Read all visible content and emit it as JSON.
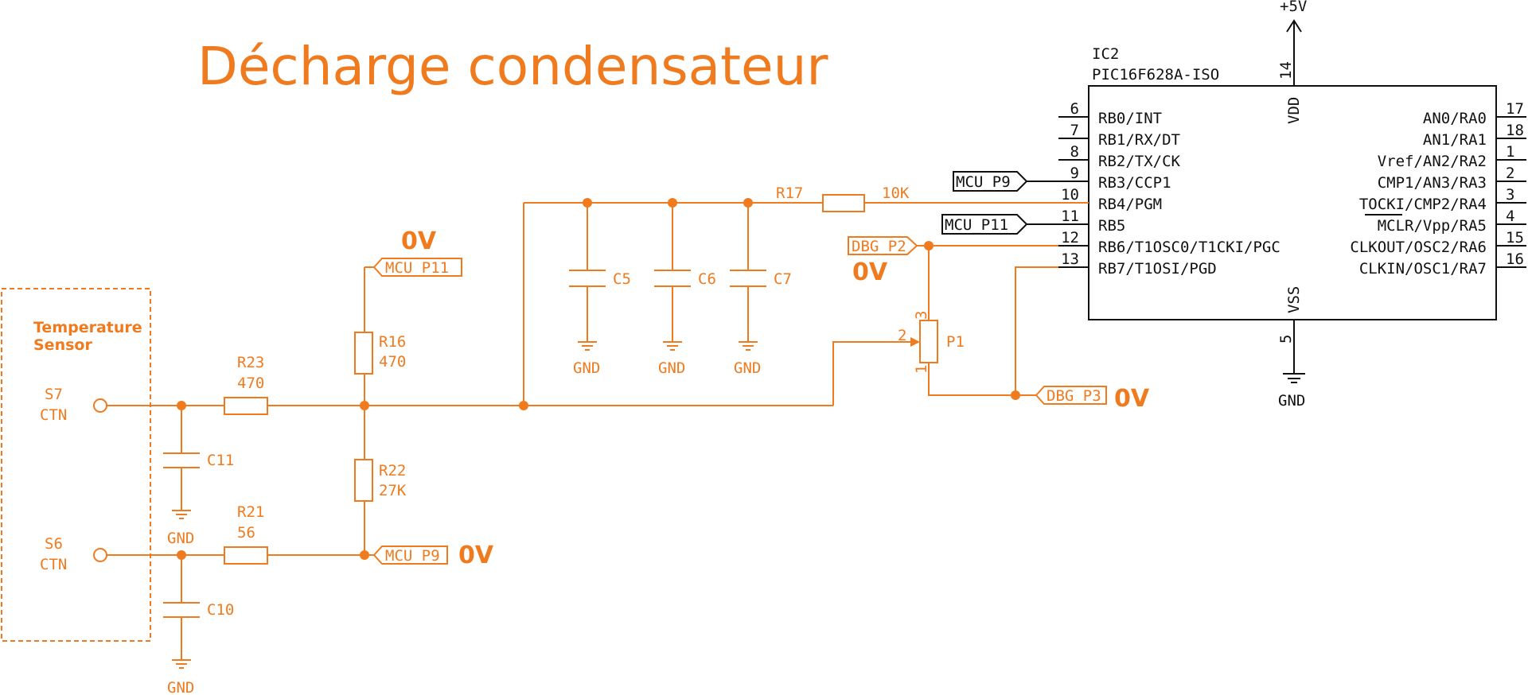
{
  "title": "Décharge condensateur",
  "accent_color": "#f07b1e",
  "ic": {
    "ref": "IC2",
    "part": "PIC16F628A-ISO",
    "supply_label": "+5V",
    "ground_label": "GND",
    "vdd": {
      "pin": "14",
      "name": "VDD"
    },
    "vss": {
      "pin": "5",
      "name": "VSS"
    },
    "left_pins": [
      {
        "num": "6",
        "name": "RB0/INT"
      },
      {
        "num": "7",
        "name": "RB1/RX/DT"
      },
      {
        "num": "8",
        "name": "RB2/TX/CK"
      },
      {
        "num": "9",
        "name": "RB3/CCP1"
      },
      {
        "num": "10",
        "name": "RB4/PGM"
      },
      {
        "num": "11",
        "name": "RB5"
      },
      {
        "num": "12",
        "name": "RB6/T1OSC0/T1CKI/PGC"
      },
      {
        "num": "13",
        "name": "RB7/T1OSI/PGD"
      }
    ],
    "right_pins": [
      {
        "num": "17",
        "name": "AN0/RA0"
      },
      {
        "num": "18",
        "name": "AN1/RA1"
      },
      {
        "num": "1",
        "name": "Vref/AN2/RA2"
      },
      {
        "num": "2",
        "name": "CMP1/AN3/RA3"
      },
      {
        "num": "3",
        "name": "TOCKI/CMP2/RA4"
      },
      {
        "num": "4",
        "name": "MCLR/Vpp/RA5"
      },
      {
        "num": "15",
        "name": "CLKOUT/OSC2/RA6"
      },
      {
        "num": "16",
        "name": "CLKIN/OSC1/RA7"
      }
    ]
  },
  "net_labels": {
    "mcu_p9": "MCU_P9",
    "mcu_p11": "MCU_P11",
    "dbg_p2": "DBG_P2",
    "dbg_p3": "DBG_P3"
  },
  "voltage_annotation": "0V",
  "resistors": {
    "r17": {
      "ref": "R17",
      "value": "10K"
    },
    "r16": {
      "ref": "R16",
      "value": "470"
    },
    "r22": {
      "ref": "R22",
      "value": "27K"
    },
    "r23": {
      "ref": "R23",
      "value": "470"
    },
    "r21": {
      "ref": "R21",
      "value": "56"
    }
  },
  "capacitors": {
    "c5": "C5",
    "c6": "C6",
    "c7": "C7",
    "c10": "C10",
    "c11": "C11"
  },
  "potentiometer": {
    "ref": "P1",
    "pin1": "1",
    "pin2": "2",
    "pin3": "3"
  },
  "ground_label": "GND",
  "sensor": {
    "title_line1": "Temperature",
    "title_line2": "Sensor",
    "s7": "S7",
    "s6": "S6",
    "type": "CTN"
  }
}
